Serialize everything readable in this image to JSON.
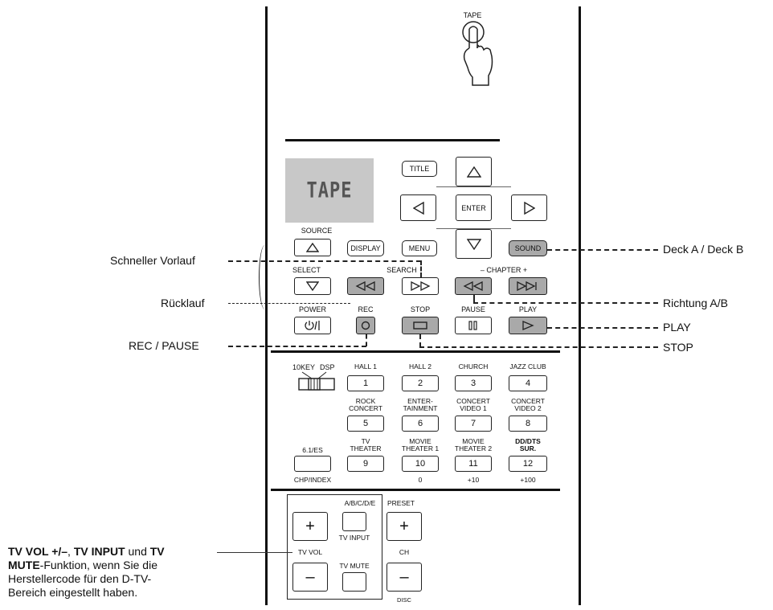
{
  "hand_hint": {
    "label": "TAPE"
  },
  "display": {
    "text": "TAPE"
  },
  "buttons": {
    "title": "TITLE",
    "enter": "ENTER",
    "display": "DISPLAY",
    "menu": "MENU",
    "sound": "SOUND"
  },
  "labels": {
    "source": "SOURCE",
    "select": "SELECT",
    "search": "SEARCH",
    "chapter": "– CHAPTER +",
    "power": "POWER",
    "rec": "REC",
    "stop": "STOP",
    "pause": "PAUSE",
    "play": "PLAY",
    "tenkey": "10KEY",
    "dsp": "DSP",
    "chp_index": "CHP/INDEX",
    "abcde": "A/B/C/D/E",
    "preset": "PRESET",
    "tv_input": "TV INPUT",
    "tv_vol": "TV VOL",
    "tv_mute": "TV MUTE",
    "ch": "CH",
    "disc": "DISC"
  },
  "sound_fields": [
    {
      "num": "1",
      "label": "HALL 1"
    },
    {
      "num": "2",
      "label": "HALL 2"
    },
    {
      "num": "3",
      "label": "CHURCH"
    },
    {
      "num": "4",
      "label": "JAZZ CLUB"
    },
    {
      "num": "5",
      "label": "ROCK\nCONCERT"
    },
    {
      "num": "6",
      "label": "ENTER-\nTAINMENT"
    },
    {
      "num": "7",
      "label": "CONCERT\nVIDEO 1"
    },
    {
      "num": "8",
      "label": "CONCERT\nVIDEO 2"
    },
    {
      "num": "9",
      "label": "TV\nTHEATER"
    },
    {
      "num": "10",
      "label": "MOVIE\nTHEATER 1"
    },
    {
      "num": "11",
      "label": "MOVIE\nTHEATER 2"
    },
    {
      "num": "12",
      "label": "DD/DTS\nSUR."
    },
    {
      "num": "",
      "label": "6.1/ES"
    }
  ],
  "sub_labels": {
    "s10": "0",
    "s11": "+10",
    "s12": "+100"
  },
  "callouts": {
    "deck": "Deck A / Deck B",
    "fast_forward": "Schneller Vorlauf",
    "rewind": "Rücklauf",
    "direction": "Richtung A/B",
    "play": "PLAY",
    "rec_pause": "REC / PAUSE",
    "stop": "STOP",
    "tv_note_bold1": "TV VOL +/–",
    "tv_note_sep1": ", ",
    "tv_note_bold2": "TV INPUT",
    "tv_note_sep2": " und ",
    "tv_note_bold3": "TV",
    "tv_note_bold4": "MUTE",
    "tv_note_rest1": "-Funktion, wenn Sie die",
    "tv_note_rest2": "Herstellercode für den D-TV-",
    "tv_note_rest3": "Bereich eingestellt haben."
  }
}
